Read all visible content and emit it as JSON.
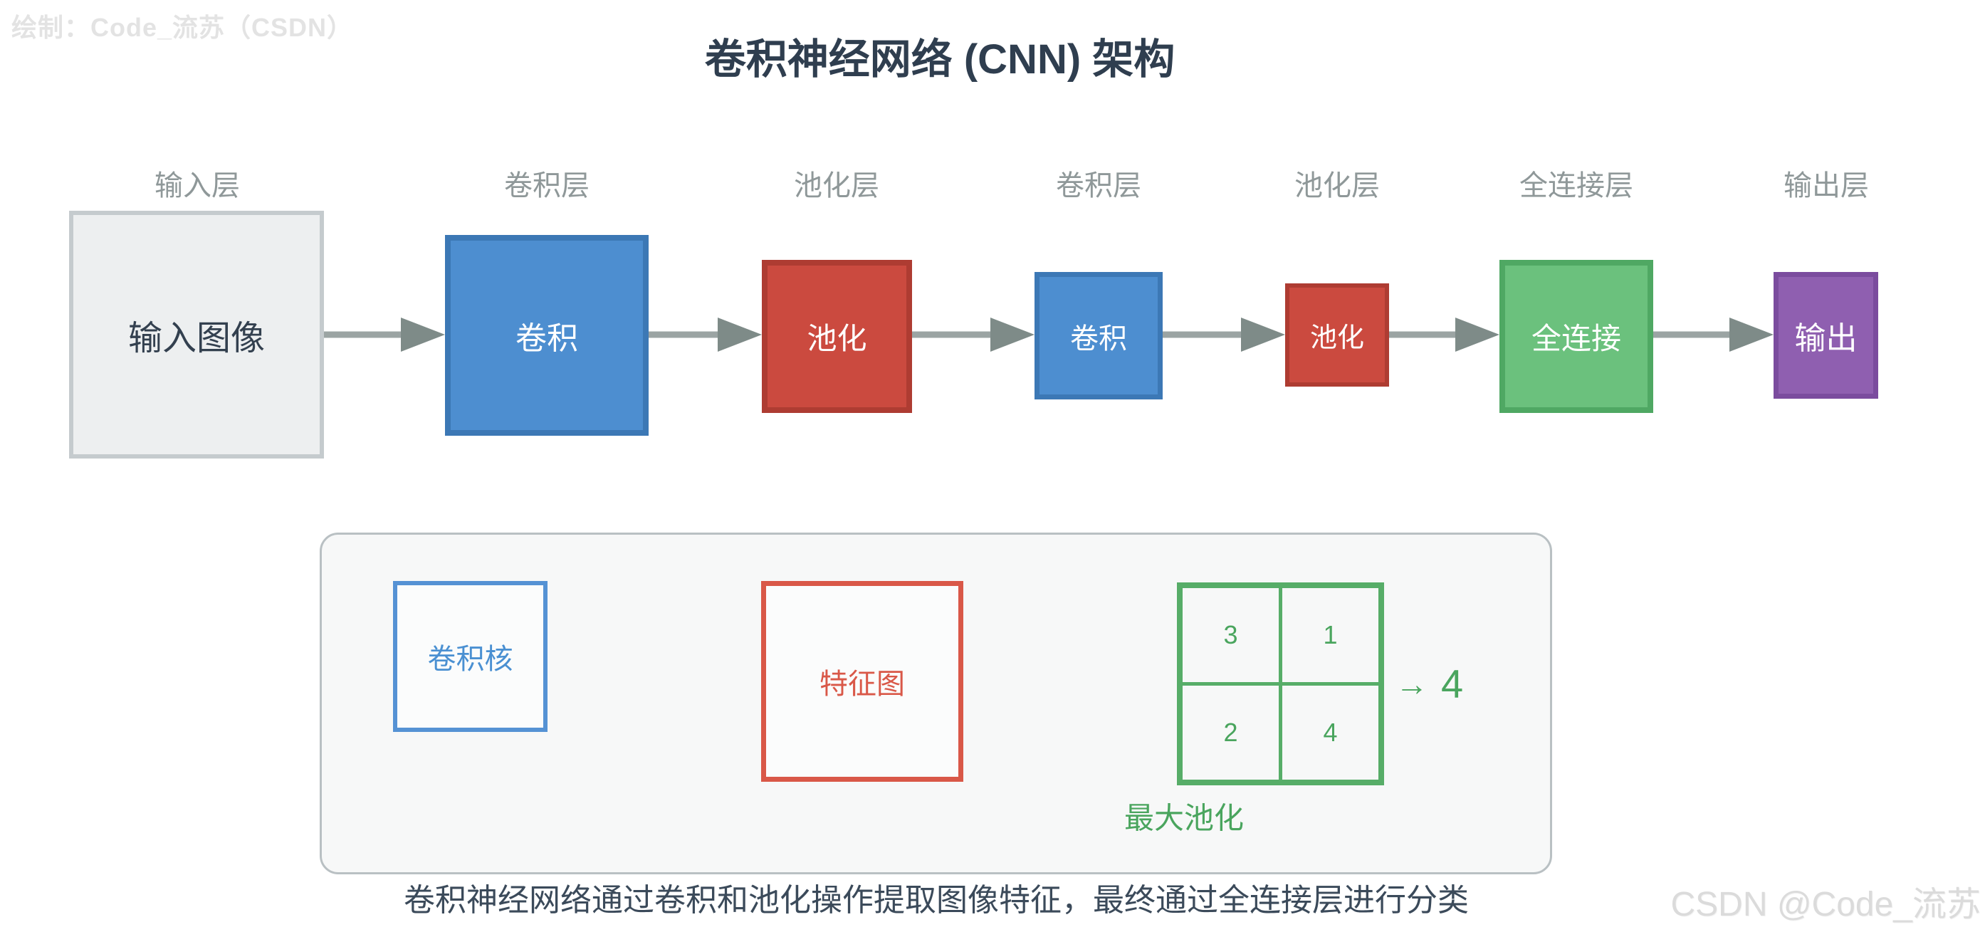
{
  "watermark_top": "绘制：Code_流苏（CSDN）",
  "title": "卷积神经网络 (CNN) 架构",
  "flow": {
    "stages": [
      {
        "layer_label": "输入层",
        "box_label": "输入图像"
      },
      {
        "layer_label": "卷积层",
        "box_label": "卷积"
      },
      {
        "layer_label": "池化层",
        "box_label": "池化"
      },
      {
        "layer_label": "卷积层",
        "box_label": "卷积"
      },
      {
        "layer_label": "池化层",
        "box_label": "池化"
      },
      {
        "layer_label": "全连接层",
        "box_label": "全连接"
      },
      {
        "layer_label": "输出层",
        "box_label": "输出"
      }
    ]
  },
  "legend": {
    "kernel_label": "卷积核",
    "feature_label": "特征图",
    "pooling": {
      "grid": [
        [
          "3",
          "1"
        ],
        [
          "2",
          "4"
        ]
      ],
      "arrow_glyph": "→",
      "result": "4",
      "label": "最大池化"
    }
  },
  "caption": "卷积神经网络通过卷积和池化操作提取图像特征，最终通过全连接层进行分类",
  "watermark_bottom": "CSDN @Code_流苏",
  "colors": {
    "title_dark": "#2f3e4f",
    "layer_label_gray": "#8f9899",
    "input_box_gray": "#edeff0",
    "conv_blue": "#4d8ed0",
    "pool_red": "#cb4a3f",
    "fc_green": "#6bc17d",
    "output_purple": "#8f5fb0",
    "arrow_gray": "#9ba4a3",
    "kernel_blue": "#4a90d2",
    "feature_red": "#d95848",
    "pool_green": "#4aa55e",
    "panel_bg": "#f7f8f8"
  }
}
